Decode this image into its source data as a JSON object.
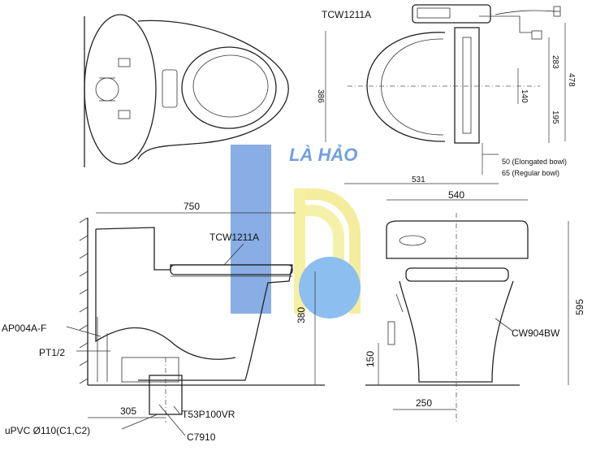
{
  "seat_model_top": "TCW1211A",
  "seat_model_side": "TCW1211A",
  "dims_top": {
    "width_386": "386",
    "d283": "283",
    "d478": "478",
    "d140": "140",
    "d195": "195",
    "d531": "531",
    "elongated": "50 (Elongated bowl)",
    "regular": "65 (Regular bowl)"
  },
  "dims_side": {
    "length": "750",
    "height_380": "380",
    "rough_in": "305"
  },
  "dims_front": {
    "width": "540",
    "height": "595",
    "h150": "150",
    "w250": "250"
  },
  "parts": {
    "ap004": "AP004A-F",
    "pt": "PT1/2",
    "pipe": "uPVC Ø110(C1,C2)",
    "flange": "T53P100VR",
    "c7910": "C7910",
    "cw904": "CW904BW"
  },
  "watermark": {
    "text": "LÀ HẢO",
    "colors": [
      "#5b8fdc",
      "#f2ea8c",
      "#7ab3ee"
    ]
  }
}
